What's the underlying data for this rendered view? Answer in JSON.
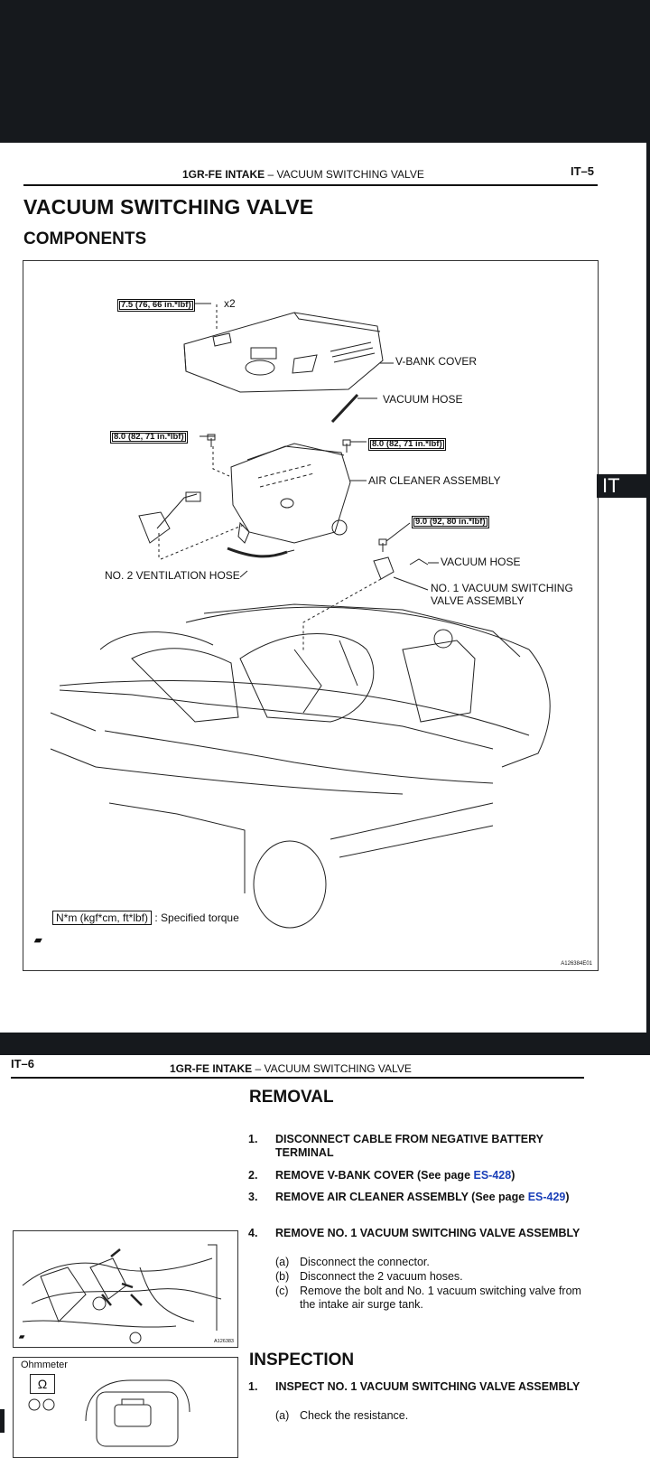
{
  "page1": {
    "running_head_bold": "1GR-FE INTAKE",
    "running_head_rest": "–  VACUUM SWITCHING VALVE",
    "page_number": "IT–5",
    "title": "VACUUM SWITCHING VALVE",
    "subtitle": "COMPONENTS",
    "side_tab": "IT",
    "diagram": {
      "torque_top": "7.5 (76, 66 in.*lbf)",
      "torque_top_qty": "x2",
      "torque_left": "8.0 (82, 71 in.*lbf)",
      "torque_right": "8.0 (82, 71 in.*lbf)",
      "torque_valve": "9.0 (92, 80 in.*lbf)",
      "label_vbank": "V-BANK COVER",
      "label_vacuum_hose_1": "VACUUM HOSE",
      "label_air_cleaner": "AIR CLEANER ASSEMBLY",
      "label_vacuum_hose_2": "VACUUM HOSE",
      "label_vsv_line1": "NO. 1 VACUUM SWITCHING",
      "label_vsv_line2": "VALVE ASSEMBLY",
      "label_vent_hose": "NO. 2 VENTILATION HOSE",
      "legend_box": "N*m (kgf*cm, ft*lbf)",
      "legend_text": ": Specified torque",
      "figure_id": "A126384E01"
    }
  },
  "page2": {
    "page_number": "IT–6",
    "running_head_bold": "1GR-FE INTAKE",
    "running_head_rest": "–  VACUUM SWITCHING VALVE",
    "removal_title": "REMOVAL",
    "steps": [
      {
        "num": "1.",
        "text": "DISCONNECT CABLE FROM NEGATIVE BATTERY TERMINAL"
      },
      {
        "num": "2.",
        "text_pre": "REMOVE V-BANK COVER (See page ",
        "link": "ES-428",
        "text_post": ")"
      },
      {
        "num": "3.",
        "text_pre": "REMOVE AIR CLEANER ASSEMBLY (See page ",
        "link": "ES-429",
        "text_post": ")"
      },
      {
        "num": "4.",
        "text": "REMOVE NO. 1 VACUUM SWITCHING VALVE ASSEMBLY"
      }
    ],
    "substeps": [
      {
        "num": "(a)",
        "text": "Disconnect the connector."
      },
      {
        "num": "(b)",
        "text": "Disconnect the 2 vacuum hoses."
      },
      {
        "num": "(c)",
        "text": "Remove the bolt and No. 1 vacuum switching valve from the intake air surge tank."
      }
    ],
    "figure_id": "A126383",
    "inspection_title": "INSPECTION",
    "inspection_step": {
      "num": "1.",
      "text": "INSPECT NO. 1 VACUUM SWITCHING VALVE ASSEMBLY"
    },
    "inspection_sub": {
      "num": "(a)",
      "text": "Check the resistance."
    },
    "ohmmeter_label": "Ohmmeter",
    "ohm_symbol": "Ω"
  }
}
